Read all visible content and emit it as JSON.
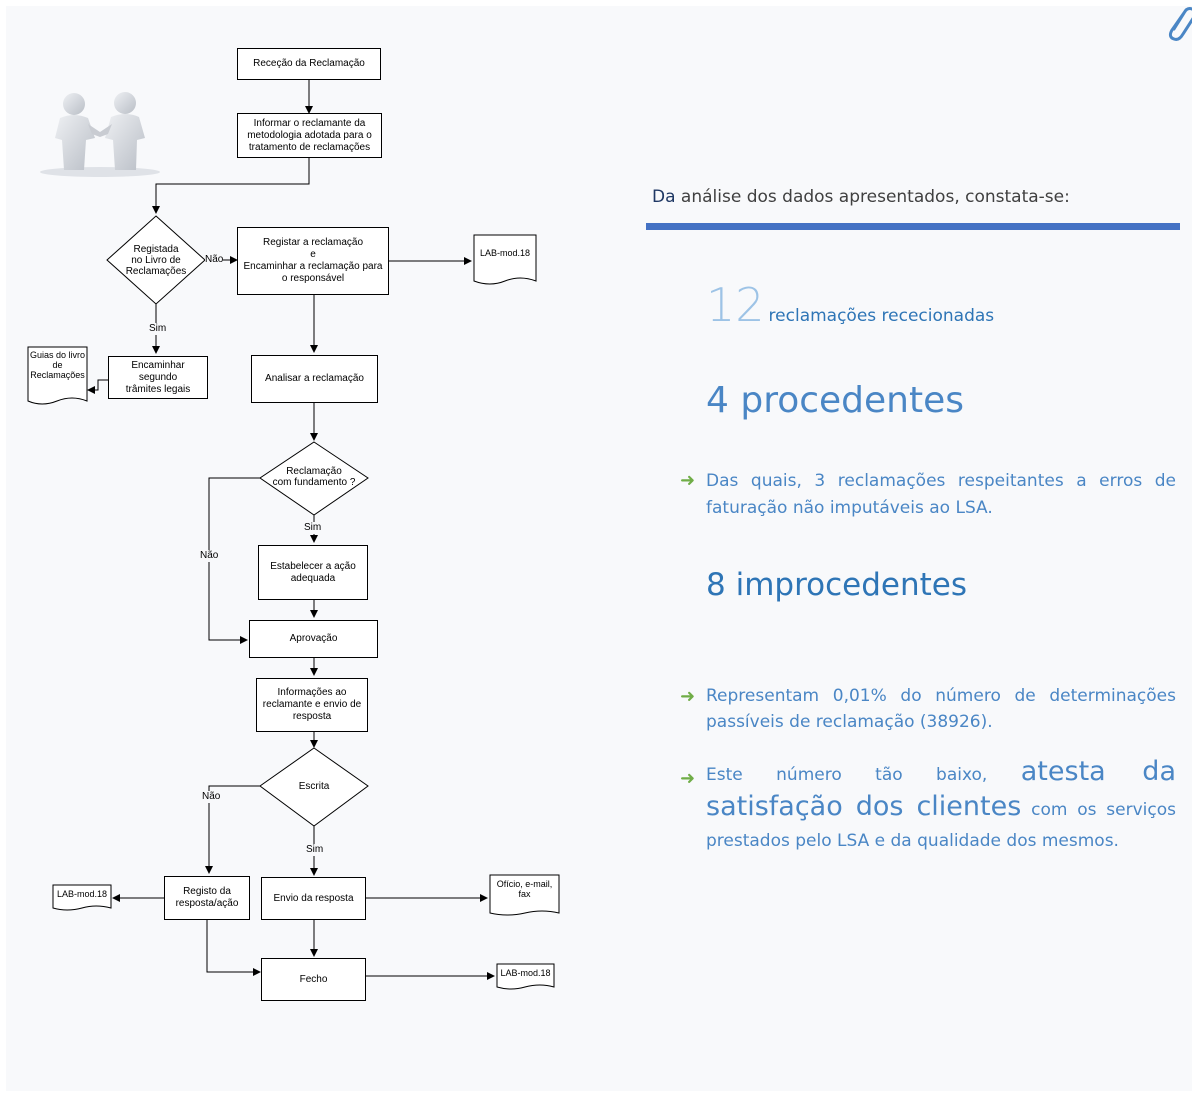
{
  "colors": {
    "accent": "#4472c4",
    "text_blue": "#2e75b6",
    "bullet_text": "#4a86c5",
    "bullet_arrow": "#70ad47",
    "bg": "#f8f9fb",
    "header_text": "#404040"
  },
  "icons": [
    "handshake-figures-icon",
    "paperclip-icon",
    "arrow-right-icon"
  ],
  "flowchart": {
    "nodes": {
      "rececao": "Receção da Reclamação",
      "informar": "Informar o reclamante da\nmetodologia adotada para o\ntratamento de reclamações",
      "registada": "Registada\nno Livro de\nReclamações",
      "registar": "Registar a reclamação\ne\nEncaminhar a reclamação para\no responsável",
      "lab1": "LAB-mod.18",
      "encaminhar": "Encaminhar segundo\ntrâmites legais",
      "guias": "Guias do livro\nde\nReclamações",
      "analisar": "Analisar a reclamação",
      "fundamento": "Reclamação\ncom fundamento ?",
      "estabelecer": "Estabelecer a ação\nadequada",
      "aprovacao": "Aprovação",
      "informacoes": "Informações ao\nreclamante e envio de\nresposta",
      "escrita": "Escrita",
      "registo": "Registo da\nresposta/ação",
      "lab2": "LAB-mod.18",
      "envio": "Envio da resposta",
      "oficio": "Ofício, e-mail,\nfax",
      "fecho": "Fecho",
      "lab3": "LAB-mod.18"
    },
    "labels": {
      "nao1": "Não",
      "sim1": "Sim",
      "sim2": "Sim",
      "nao2": "Não",
      "nao3": "Não",
      "sim3": "Sim"
    }
  },
  "summary": {
    "intro_prefix": "Da",
    "intro_rest": " análise dos dados apresentados, constata-se:",
    "stat1_number": "12",
    "stat1_label": "reclamações rececionadas",
    "stat2": "4 procedentes",
    "bullet1": "Das quais, 3 reclamações respeitantes a erros de faturação não imputáveis ao LSA.",
    "stat3": "8 improcedentes",
    "bullet2": "Representam 0,01% do número de determinações passíveis de reclamação (38926).",
    "bullet3_a": "Este número tão baixo, ",
    "bullet3_b": "atesta da satisfação dos clientes",
    "bullet3_c": " com os serviços prestados pelo LSA e da qualidade dos mesmos."
  }
}
